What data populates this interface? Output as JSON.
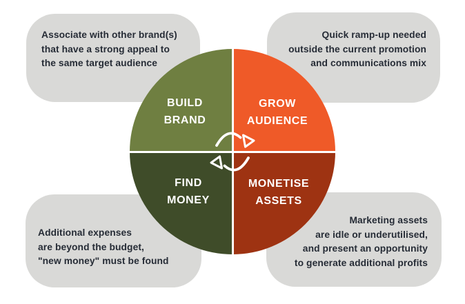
{
  "diagram": {
    "type": "quadrant-cycle",
    "quadrants": [
      {
        "id": "build-brand",
        "label": "BUILD\nBRAND",
        "color": "#6F7F41",
        "note": "Associate with other brand(s)\nthat have a strong appeal to\nthe same target audience"
      },
      {
        "id": "grow-audience",
        "label": "GROW\nAUDIENCE",
        "color": "#EF5A28",
        "note": "Quick ramp-up needed\noutside the current promotion\nand communications mix"
      },
      {
        "id": "find-money",
        "label": "FIND\nMONEY",
        "color": "#3F4C29",
        "note": "Additional expenses\nare beyond the budget,\n\"new money\" must be found"
      },
      {
        "id": "monetise-assets",
        "label": "MONETISE\nASSETS",
        "color": "#9E3312",
        "note": "Marketing assets\nare idle or underutilised,\nand present an opportunity\nto generate additional profits"
      }
    ],
    "colors": {
      "note_background": "#D9D9D7",
      "note_text": "#262C36",
      "divider": "#FFFFFF",
      "arrow": "#FFFFFF",
      "page_background": "#FFFFFF"
    },
    "icons": {
      "center": "cycle-arrows-icon"
    }
  }
}
